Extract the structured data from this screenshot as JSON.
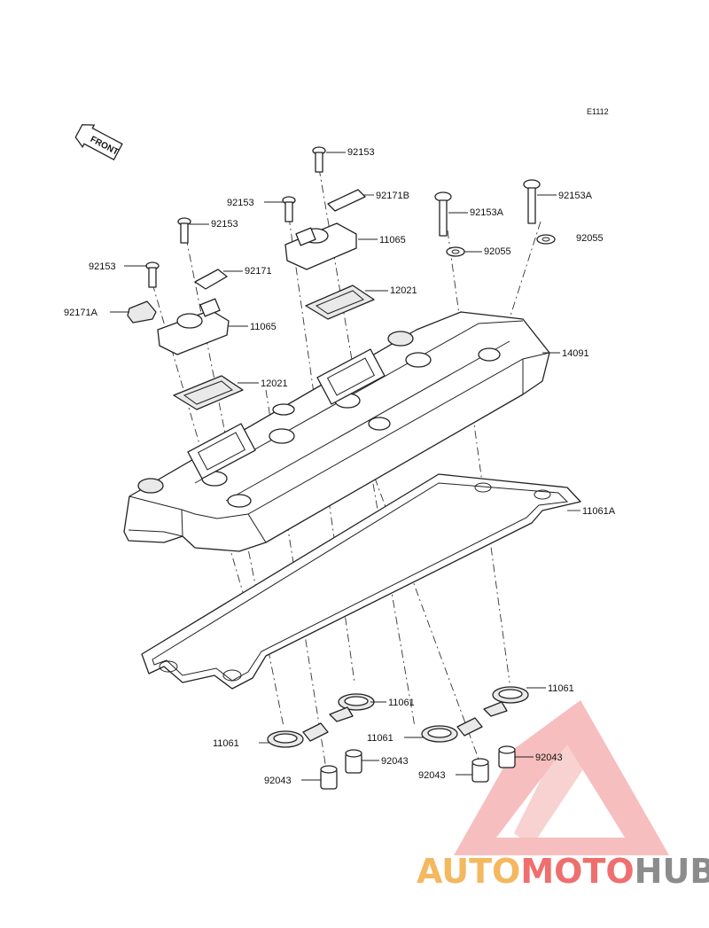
{
  "diagram": {
    "code": "E1112",
    "front_label": "FRONT"
  },
  "labels": {
    "b1": "92153",
    "b2": "92153",
    "b3": "92153",
    "b4": "92153",
    "b5": "92153A",
    "b6": "92153A",
    "c1": "92171B",
    "c2": "92171",
    "c3": "92171A",
    "cap1": "11065",
    "cap2": "11065",
    "g1": "12021",
    "g2": "12021",
    "w1": "92055",
    "w2": "92055",
    "cover": "14091",
    "gasket": "11061A",
    "s1": "11061",
    "s2": "11061",
    "s3": "11061",
    "s4": "11061",
    "d1": "92043",
    "d2": "92043",
    "d3": "92043",
    "d4": "92043"
  },
  "watermark": {
    "part1": "AUTO",
    "part2": "MOTO",
    "part3": "HUB",
    "color_auto": "#f4b860",
    "color_moto": "#ef6f6f",
    "color_hub": "#8c8c8c",
    "color_logo": "#f08a8a"
  }
}
